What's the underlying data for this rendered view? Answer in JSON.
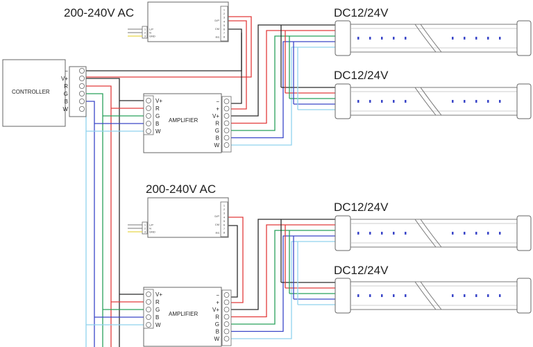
{
  "labels": {
    "controller": "CONTROLLER",
    "amplifier": "AMPLIFIER",
    "power_input": "200-240V AC",
    "strip_voltage": "DC12/24V"
  },
  "terminals": {
    "controller": [
      "−",
      "V+",
      "R",
      "G",
      "B",
      "W"
    ],
    "amp_in": [
      "V+",
      "R",
      "G",
      "B",
      "W"
    ],
    "amp_out": [
      "−",
      "+",
      "V+",
      "R",
      "G",
      "B",
      "W"
    ],
    "psu_in": [
      "1",
      "2",
      "3"
    ],
    "psu_in_labels": [
      "L/P",
      "N",
      "GND"
    ],
    "psu_out": [
      "1",
      "2",
      "3",
      "4",
      "5",
      "6",
      "7",
      "8"
    ],
    "psu_out_labels": [
      "D/P",
      "CM",
      "RS"
    ]
  },
  "colors": {
    "black": "#2b2b2b",
    "red": "#e23b3b",
    "green": "#28a05a",
    "blue": "#3a46c8",
    "white": "#8fd2ee",
    "gray": "#7a7a7a",
    "yellow": "#e8d84a"
  }
}
